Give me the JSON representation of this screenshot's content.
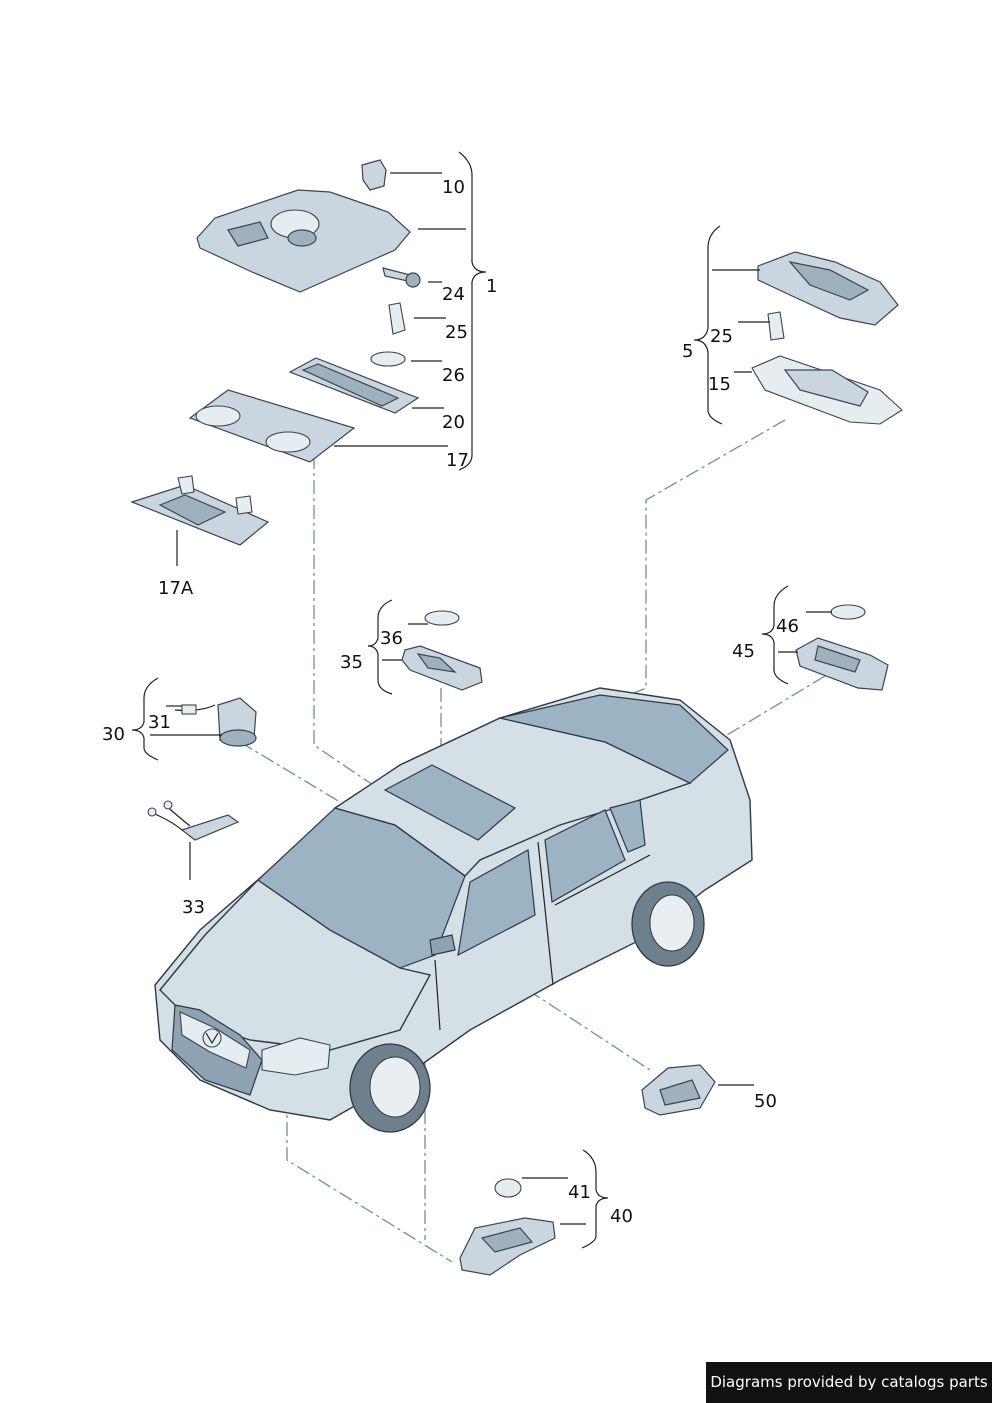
{
  "callouts": {
    "c1": "1",
    "c10": "10",
    "c24": "24",
    "c25a": "25",
    "c26": "26",
    "c20": "20",
    "c17": "17",
    "c17A": "17A",
    "c5": "5",
    "c25b": "25",
    "c15": "15",
    "c36": "36",
    "c35": "35",
    "c46": "46",
    "c45": "45",
    "c30": "30",
    "c31": "31",
    "c33": "33",
    "c50": "50",
    "c41": "41",
    "c40": "40"
  },
  "credit": "Diagrams provided by catalogs parts"
}
